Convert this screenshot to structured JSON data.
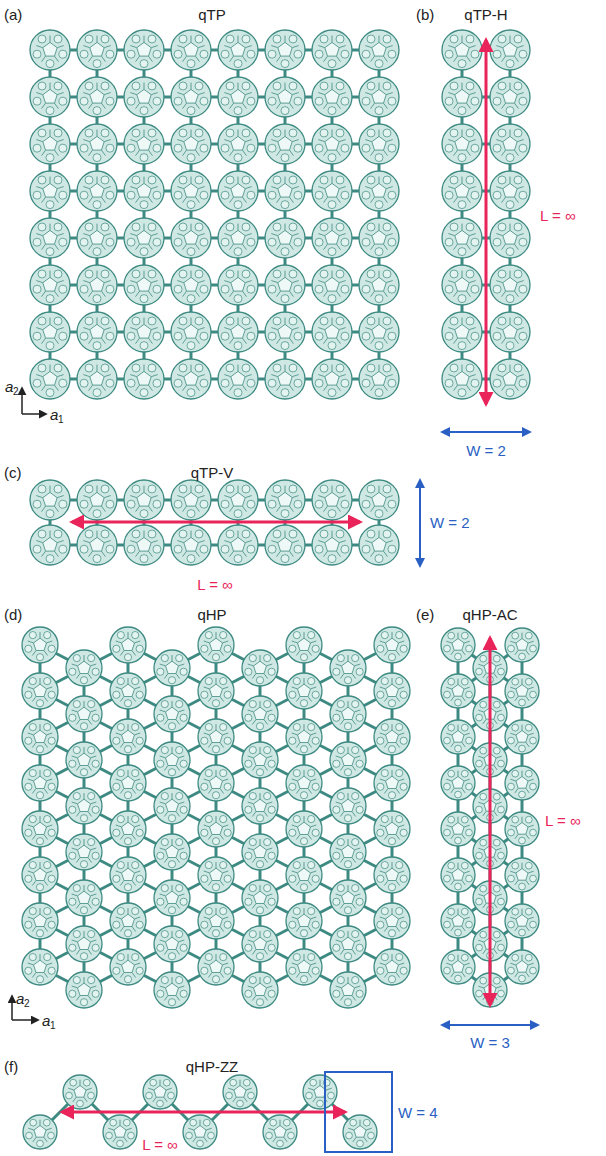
{
  "diagram": {
    "labels": [
      "(a)",
      "qTP",
      "a",
      "2",
      "a",
      "1",
      "(b)",
      "qTP-H",
      "L = ∞",
      "W = 2",
      "(c)",
      "qTP-V",
      "L = ∞",
      "W = 2",
      "(d)",
      "qHP",
      "a",
      "2",
      "a",
      "1",
      "(e)",
      "qHP-AC",
      "L = ∞",
      "W = 3",
      "(f)",
      "qHP-ZZ",
      "L = ∞",
      "W = 4"
    ]
  }
}
